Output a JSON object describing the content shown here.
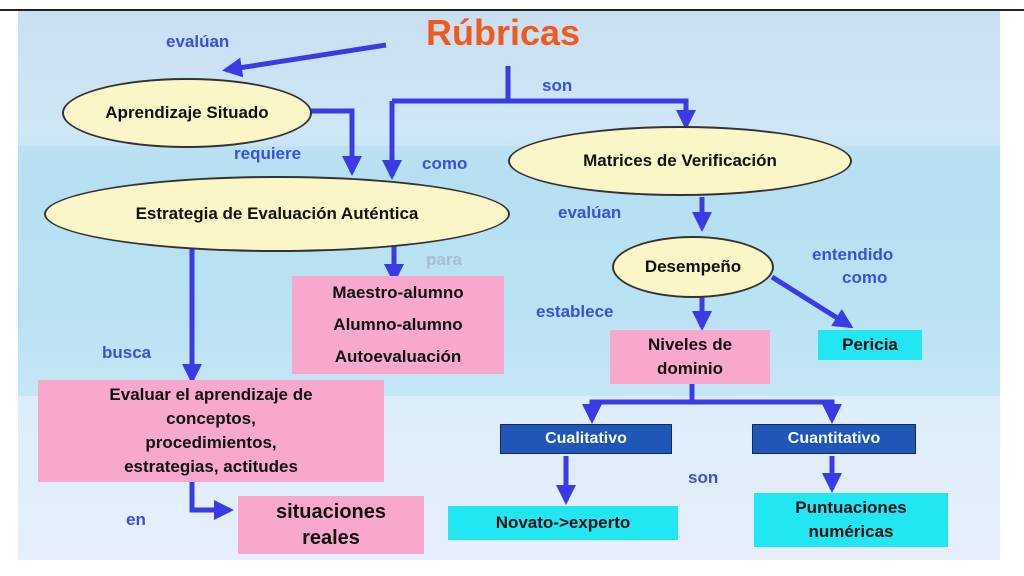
{
  "title": "Rúbricas",
  "nodes": {
    "aprendizaje": "Aprendizaje Situado",
    "estrategia": "Estrategia de Evaluación Auténtica",
    "matrices": "Matrices de Verificación",
    "desempeno": "Desempeño",
    "participantes": [
      "Maestro-alumno",
      "Alumno-alumno",
      "Autoevaluación"
    ],
    "evaluar": [
      "Evaluar el aprendizaje de",
      "conceptos,",
      "procedimientos,",
      "estrategias, actitudes"
    ],
    "situaciones": [
      "situaciones",
      "reales"
    ],
    "niveles": [
      "Niveles de",
      "dominio"
    ],
    "pericia": "Pericia",
    "cualitativo": "Cualitativo",
    "cuantitativo": "Cuantitativo",
    "novato": "Novato->experto",
    "puntuaciones": [
      "Puntuaciones",
      "numéricas"
    ]
  },
  "labels": {
    "evaluan_top": "evalúan",
    "son_top": "son",
    "requiere": "requiere",
    "como": "como",
    "evaluan_right": "evalúan",
    "para": "para",
    "entendido_como": [
      "entendido",
      "como"
    ],
    "establece": "establece",
    "busca": "busca",
    "son_bottom": "son",
    "en": "en"
  },
  "colors": {
    "arrow": "#3a3ae6",
    "title": "#f05a1a",
    "ellipse_fill": "#fbf6c8",
    "pink": "#f7a8cc",
    "cyan": "#22e6f2",
    "dark_blue": "#1f56b8",
    "label": "#3a4fe0"
  }
}
